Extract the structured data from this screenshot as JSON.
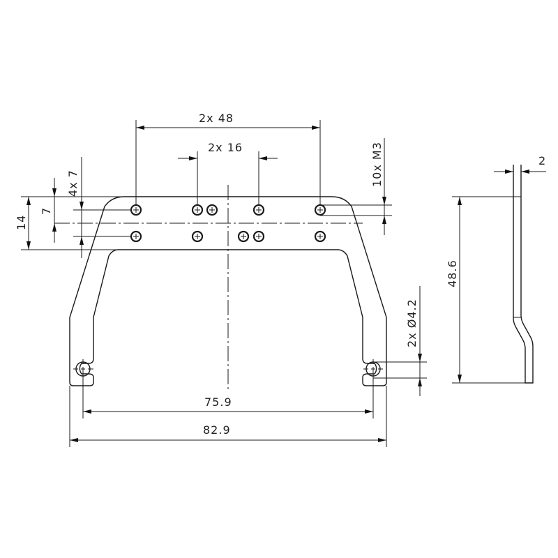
{
  "drawing": {
    "type": "technical-drawing",
    "views": [
      "front-view",
      "side-view"
    ],
    "line_color": "#1a1a1a",
    "background": "#ffffff"
  },
  "dimensions": {
    "hole_pitch_outer": "2x 48",
    "hole_pitch_inner": "2x 16",
    "row_offset": "4x 7",
    "row_spacing": "7",
    "band_height": "14",
    "thread": "10x M3",
    "mount_hole": "2x Ø4.2",
    "mount_hole_span": "75.9",
    "overall_width": "82.9",
    "overall_height": "48.6",
    "thickness": "2"
  },
  "holes": {
    "top_row_x": [
      195,
      283,
      304,
      371,
      459
    ],
    "bottom_row_x": [
      195,
      283,
      349,
      371,
      459
    ]
  }
}
